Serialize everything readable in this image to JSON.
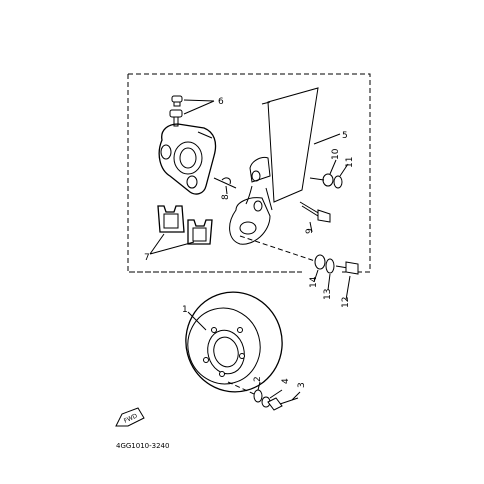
{
  "parts": [
    {
      "id": "p1",
      "label": "1"
    },
    {
      "id": "p2",
      "label": "2"
    },
    {
      "id": "p3",
      "label": "3"
    },
    {
      "id": "p4",
      "label": "4"
    },
    {
      "id": "p5",
      "label": "5"
    },
    {
      "id": "p6",
      "label": "6"
    },
    {
      "id": "p7",
      "label": "7"
    },
    {
      "id": "p8",
      "label": "8"
    },
    {
      "id": "p9",
      "label": "9"
    },
    {
      "id": "p10",
      "label": "10"
    },
    {
      "id": "p11",
      "label": "11"
    },
    {
      "id": "p12",
      "label": "12"
    },
    {
      "id": "p13",
      "label": "13"
    },
    {
      "id": "p14",
      "label": "14"
    }
  ],
  "direction_badge": "FWD",
  "diagram_code": "4GG1010-3240"
}
